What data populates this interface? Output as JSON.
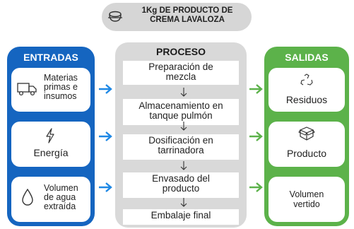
{
  "title": {
    "line1": "1Kg  DE PRODUCTO DE",
    "line2": "CREMA LAVALOZA"
  },
  "entradas": {
    "header": "ENTRADAS",
    "items": [
      {
        "icon": "truck-icon",
        "lines": [
          "Materias",
          "primas e",
          "insumos"
        ]
      },
      {
        "icon": "lightning-icon",
        "lines": [
          "Energía"
        ]
      },
      {
        "icon": "water-drop-icon",
        "lines": [
          "Volumen",
          "de agua",
          "extraída"
        ]
      }
    ]
  },
  "proceso": {
    "header": "PROCESO",
    "steps": [
      {
        "lines": [
          "Preparación de",
          "mezcla"
        ]
      },
      {
        "lines": [
          "Almacenamiento en",
          "tanque pulmón"
        ]
      },
      {
        "lines": [
          "Dosificación en",
          "tarrinadora"
        ]
      },
      {
        "lines": [
          "Envasado del",
          "producto"
        ]
      },
      {
        "lines": [
          "Embalaje final"
        ]
      }
    ]
  },
  "salidas": {
    "header": "SALIDAS",
    "items": [
      {
        "icon": "recycle-icon",
        "lines": [
          "Residuos"
        ]
      },
      {
        "icon": "box-icon",
        "lines": [
          "Producto"
        ]
      },
      {
        "icon": "",
        "lines": [
          "Volumen",
          "vertido"
        ]
      }
    ]
  },
  "colors": {
    "entradas": "#1565c0",
    "proceso": "#d9d9d9",
    "salidas": "#5cb24a",
    "arrow_in": "#1e88e5",
    "arrow_out": "#5cb24a"
  }
}
